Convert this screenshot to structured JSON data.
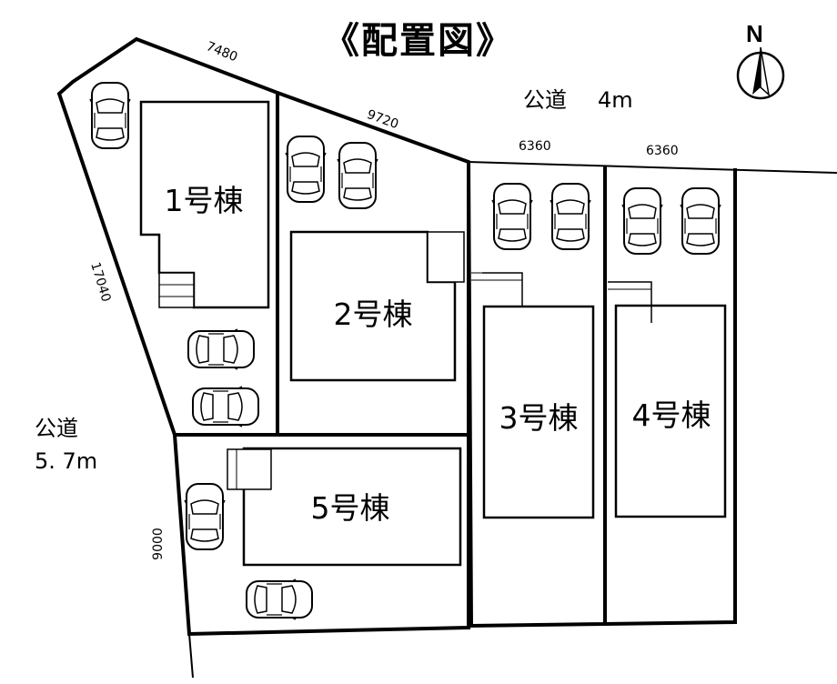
{
  "title": "《配置図》",
  "roads": {
    "north": {
      "name": "公道",
      "width": "4m"
    },
    "west": {
      "name": "公道",
      "width": "5. 7m"
    }
  },
  "dimensions": {
    "top_left": "7480",
    "top_mid": "9720",
    "lot3_front": "6360",
    "lot4_front": "6360",
    "left_upper": "17040",
    "left_lower": "9000"
  },
  "buildings": [
    "1号棟",
    "2号棟",
    "3号棟",
    "4号棟",
    "5号棟"
  ],
  "compass": {
    "label": "N"
  }
}
